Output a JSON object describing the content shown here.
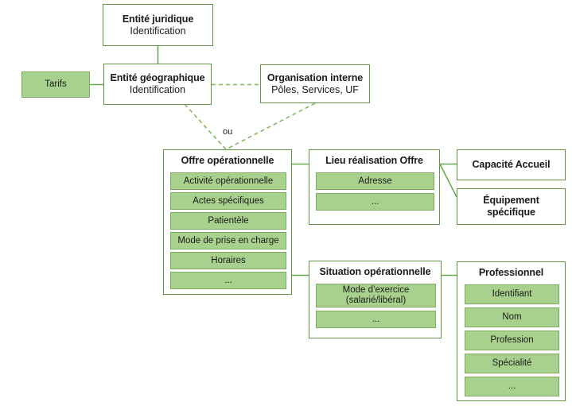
{
  "diagram": {
    "title_text": "ou",
    "colors": {
      "border_green": "#5f9542",
      "chip_fill": "#a9d18e",
      "chip_border": "#7aae5c",
      "connector_green": "#6aa84f",
      "dashed_green": "#7fba5e",
      "text": "#1a1a1a",
      "background": "#ffffff"
    },
    "or_connector_label": "ou"
  },
  "nodes": {
    "entite_juridique": {
      "title": "Entité juridique",
      "subtitle": "Identification"
    },
    "tarifs": {
      "title": "Tarifs"
    },
    "entite_geographique": {
      "title": "Entité géographique",
      "subtitle": "Identification"
    },
    "organisation_interne": {
      "title": "Organisation interne",
      "subtitle": "Pôles, Services, UF"
    },
    "offre_operationnelle": {
      "title": "Offre opérationnelle",
      "items": [
        "Activité opérationnelle",
        "Actes spécifiques",
        "Patientèle",
        "Mode de prise en charge",
        "Horaires",
        "..."
      ]
    },
    "lieu_realisation_offre": {
      "title": "Lieu réalisation Offre",
      "items": [
        "Adresse",
        "..."
      ]
    },
    "capacite_accueil": {
      "title": "Capacité Accueil"
    },
    "equipement_specifique": {
      "title": "Équipement",
      "subtitle": "spécifique"
    },
    "situation_operationnelle": {
      "title": "Situation opérationnelle",
      "items": [
        {
          "line1": "Mode d’exercice",
          "line2": "(salarié/libéral)"
        },
        {
          "line1": "...",
          "line2": ""
        }
      ]
    },
    "professionnel": {
      "title": "Professionnel",
      "items": [
        "Identifiant",
        "Nom",
        "Profession",
        "Spécialité",
        "..."
      ]
    }
  }
}
